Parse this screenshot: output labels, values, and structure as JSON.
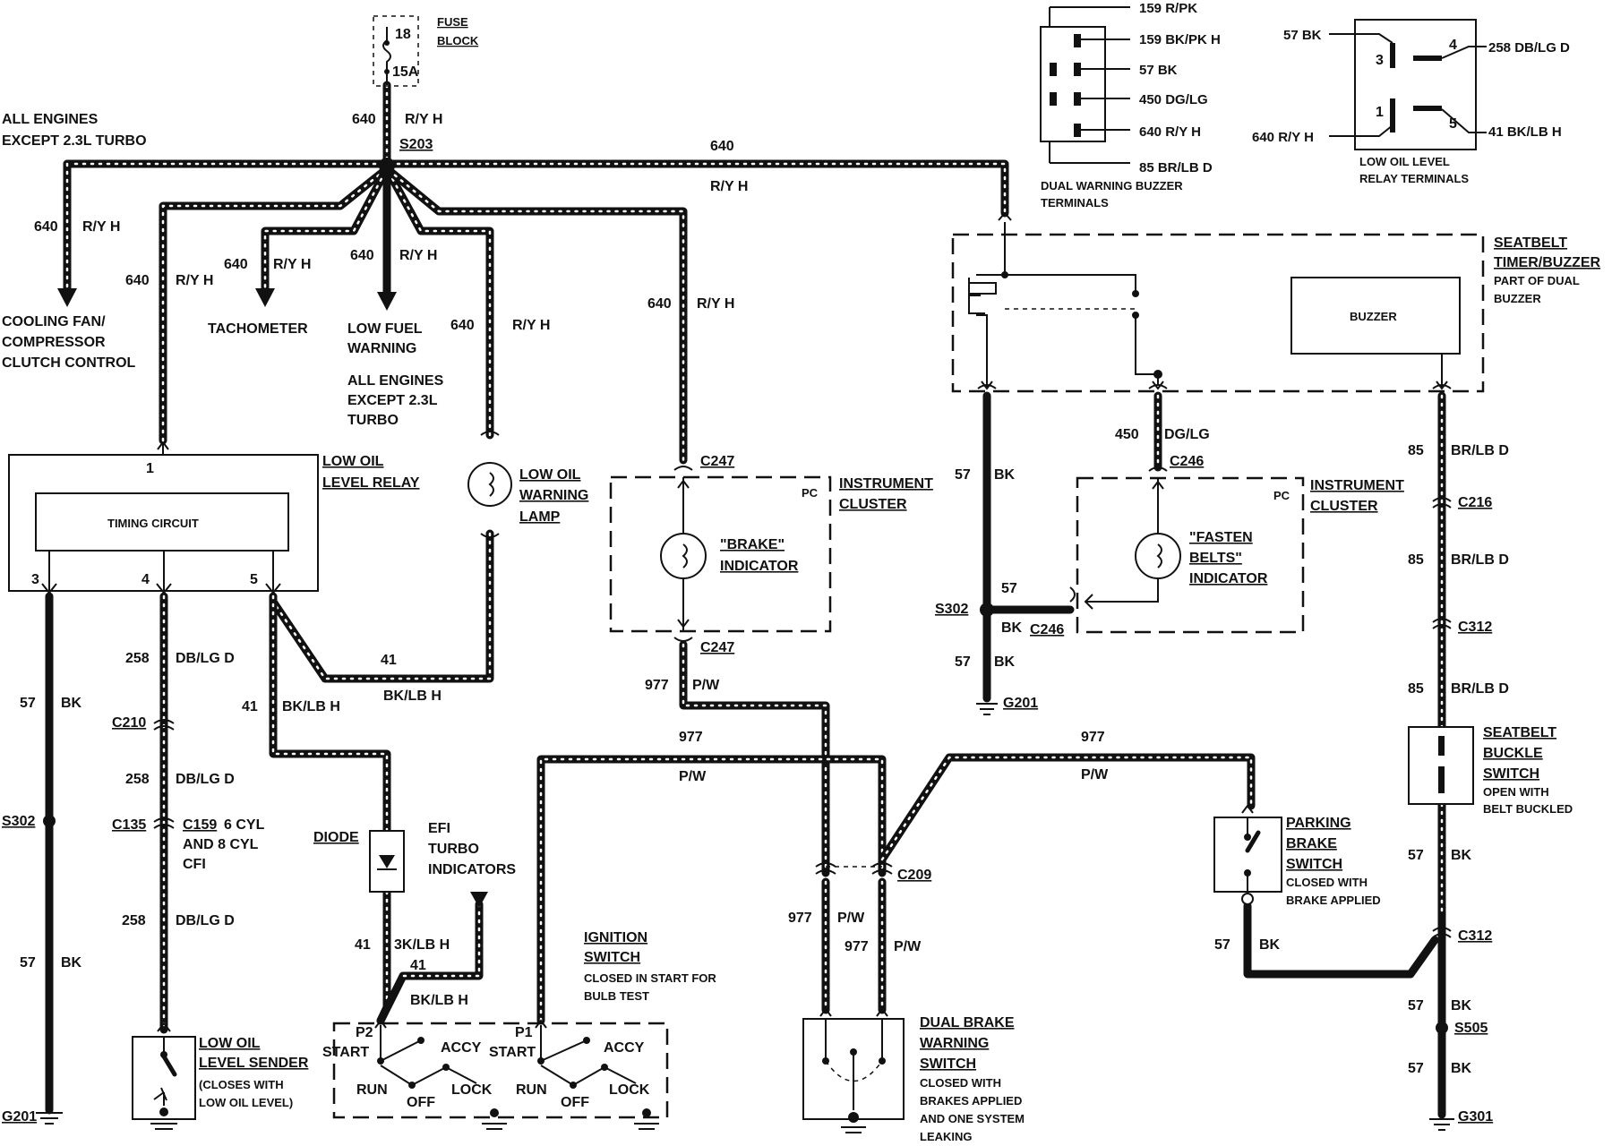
{
  "fuse_block": {
    "label1": "FUSE",
    "label2": "BLOCK",
    "pin_top": "18",
    "pin_bottom": "15A"
  },
  "fuse_output": {
    "circuit": "640",
    "color": "R/Y H"
  },
  "splice_main": "S203",
  "engines_note": {
    "line1": "ALL ENGINES",
    "line2": "EXCEPT 2.3L TURBO"
  },
  "top_run": {
    "circuit": "640",
    "color": "R/Y H"
  },
  "cooling_fan": {
    "circuit": "640",
    "color": "R/Y H",
    "line1": "COOLING FAN/",
    "line2": "COMPRESSOR",
    "line3": "CLUTCH CONTROL"
  },
  "relay_feed": {
    "circuit": "640",
    "color": "R/Y H"
  },
  "tachometer": {
    "circuit": "640",
    "color": "R/Y H",
    "label": "TACHOMETER"
  },
  "low_fuel": {
    "circuit": "640",
    "color": "R/Y H",
    "line1": "LOW FUEL",
    "line2": "WARNING",
    "note1": "ALL ENGINES",
    "note2": "EXCEPT 2.3L",
    "note3": "TURBO"
  },
  "lamp_feed": {
    "circuit": "640",
    "color": "R/Y H"
  },
  "brake_feed": {
    "circuit": "640",
    "color": "R/Y H"
  },
  "low_oil_relay": {
    "title1": "LOW OIL",
    "title2": "LEVEL RELAY",
    "timing": "TIMING CIRCUIT",
    "pin1": "1",
    "pin3": "3",
    "pin4": "4",
    "pin5": "5"
  },
  "low_oil_lamp": {
    "line1": "LOW OIL",
    "line2": "WARNING",
    "line3": "LAMP"
  },
  "lamp_return": {
    "circuit": "41",
    "color": "BK/LB H"
  },
  "instrument_cluster_left": {
    "connector_top": "C247",
    "connector_bottom": "C247",
    "pc": "PC",
    "title1": "INSTRUMENT",
    "title2": "CLUSTER",
    "indicator1": "\"BRAKE\"",
    "indicator2": "INDICATOR"
  },
  "left_ground_run": {
    "circuit": "57",
    "color": "BK",
    "splice": "S302",
    "ground": "G201",
    "circuit2": "57",
    "color2": "BK"
  },
  "sender_run": {
    "circuit": "258",
    "color": "DB/LG D",
    "connector1": "C210",
    "circuit2": "258",
    "color2": "DB/LG D",
    "connector2": "C135",
    "connector3": "C159",
    "note1": "6 CYL",
    "note2": "AND 8 CYL",
    "note3": "CFI",
    "circuit3": "258",
    "color3": "DB/LG D"
  },
  "low_oil_sender": {
    "line1": "LOW OIL",
    "line2": "LEVEL SENDER",
    "line3": "(CLOSES WITH",
    "line4": "LOW OIL LEVEL)"
  },
  "pin5_run": {
    "circuit": "41",
    "color": "BK/LB H"
  },
  "diode": {
    "label": "DIODE",
    "below_circuit": "41",
    "below_color": "3K/LB H",
    "jumper_circuit": "41",
    "jumper_color": "BK/LB H"
  },
  "efi_turbo": {
    "line1": "EFI",
    "line2": "TURBO",
    "line3": "INDICATORS"
  },
  "ignition_switch": {
    "title1": "IGNITION",
    "title2": "SWITCH",
    "note1": "CLOSED IN START FOR",
    "note2": "BULB TEST",
    "p2": "P2",
    "p1": "P1",
    "start": "START",
    "accy": "ACCY",
    "run": "RUN",
    "off": "OFF",
    "lock": "LOCK"
  },
  "brake_run": {
    "circuit": "977",
    "color": "P/W"
  },
  "center_run": {
    "circuit": "977",
    "color": "P/W"
  },
  "right_run": {
    "circuit": "977",
    "color": "P/W"
  },
  "c209": {
    "label": "C209",
    "circuit_left": "977",
    "color_left": "P/W",
    "circuit_right": "977",
    "color_right": "P/W"
  },
  "dual_brake_switch": {
    "line1": "DUAL BRAKE",
    "line2": "WARNING",
    "line3": "SWITCH",
    "note1": "CLOSED WITH",
    "note2": "BRAKES APPLIED",
    "note3": "AND ONE SYSTEM",
    "note4": "LEAKING"
  },
  "buzzer_terminals": {
    "pins": [
      "159 R/PK",
      "159 BK/PK H",
      "57 BK",
      "450 DG/LG",
      "640 R/Y H",
      "85 BR/LB D"
    ],
    "label1": "DUAL WARNING BUZZER",
    "label2": "TERMINALS"
  },
  "relay_terminals": {
    "pin3_wire": "57 BK",
    "pin4_wire": "258 DB/LG D",
    "pin1_wire": "640 R/Y H",
    "pin5_wire": "41 BK/LB H",
    "pin3": "3",
    "pin4": "4",
    "pin1": "1",
    "pin5": "5",
    "label1": "LOW OIL LEVEL",
    "label2": "RELAY TERMINALS"
  },
  "seatbelt_timer": {
    "title1": "SEATBELT",
    "title2": "TIMER/BUZZER",
    "note1": "PART OF DUAL",
    "note2": "BUZZER",
    "buzzer": "BUZZER"
  },
  "timer_ground_run": {
    "circuit": "57",
    "color": "BK",
    "splice": "S302",
    "circuit2": "57",
    "color2": "BK",
    "connector": "C246",
    "wire_circuit": "57",
    "wire_color": "BK",
    "ground": "G201"
  },
  "fasten_run": {
    "circuit": "450",
    "color": "DG/LG",
    "connector": "C246"
  },
  "instrument_cluster_right": {
    "pc": "PC",
    "title1": "INSTRUMENT",
    "title2": "CLUSTER",
    "ind1": "\"FASTEN",
    "ind2": "BELTS\"",
    "ind3": "INDICATOR"
  },
  "belt_run": {
    "circuit1": "85",
    "color1": "BR/LB D",
    "connector1": "C216",
    "circuit2": "85",
    "color2": "BR/LB D",
    "connector2": "C312",
    "circuit3": "85",
    "color3": "BR/LB D"
  },
  "seatbelt_buckle": {
    "line1": "SEATBELT",
    "line2": "BUCKLE",
    "line3": "SWITCH",
    "note1": "OPEN WITH",
    "note2": "BELT BUCKLED"
  },
  "parking_brake": {
    "line1": "PARKING",
    "line2": "BRAKE",
    "line3": "SWITCH",
    "note1": "CLOSED WITH",
    "note2": "BRAKE APPLIED",
    "circuit": "57",
    "color": "BK"
  },
  "right_ground_run": {
    "circuit1": "57",
    "color1": "BK",
    "connector": "C312",
    "circuit2": "57",
    "color2": "BK",
    "splice": "S505",
    "circuit3": "57",
    "color3": "BK",
    "ground": "G301"
  }
}
